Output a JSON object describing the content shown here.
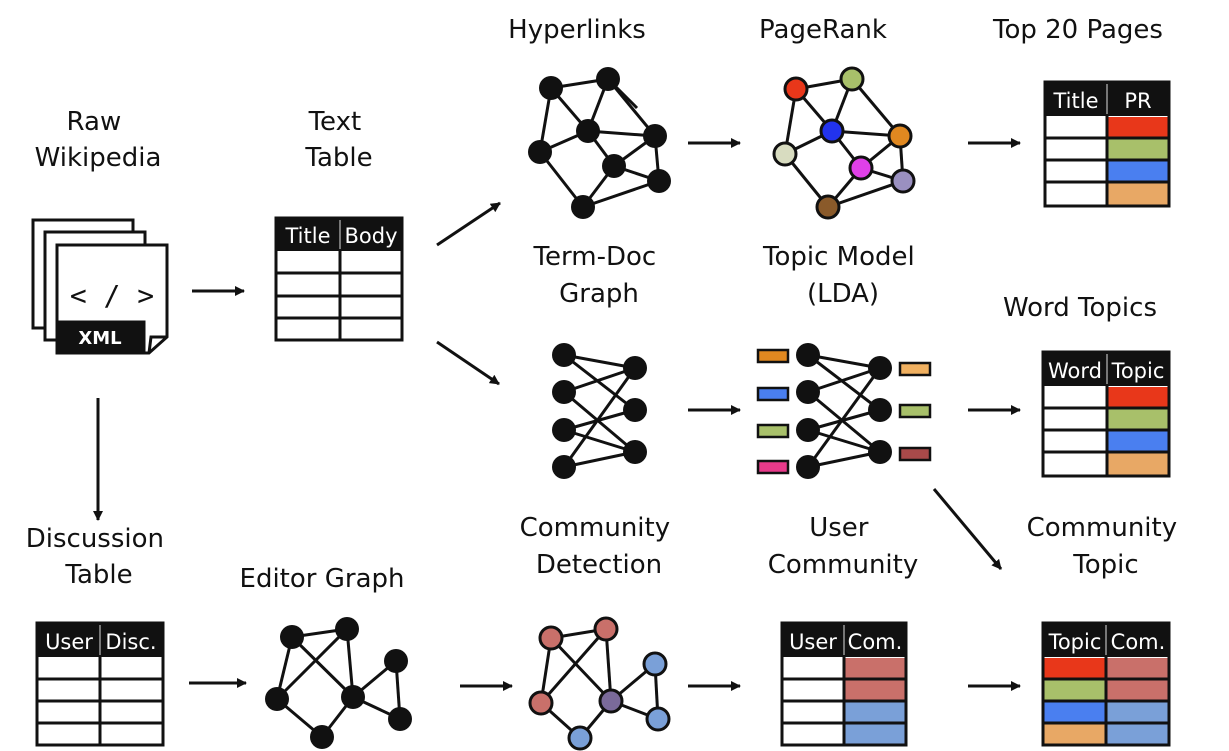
{
  "labels": {
    "raw_wikipedia": [
      "Raw",
      "Wikipedia"
    ],
    "text_table": [
      "Text",
      "Table"
    ],
    "hyperlinks": [
      "Hyperlinks"
    ],
    "pagerank": [
      "PageRank"
    ],
    "top_pages": [
      "Top 20 Pages"
    ],
    "term_doc": [
      "Term-Doc",
      "Graph"
    ],
    "topic_model": [
      "Topic Model",
      "(LDA)"
    ],
    "word_topics": [
      "Word Topics"
    ],
    "discussion_table": [
      "Discussion",
      "Table"
    ],
    "editor_graph": [
      "Editor Graph"
    ],
    "community_detection": [
      "Community",
      "Detection"
    ],
    "user_community": [
      "User",
      "Community"
    ],
    "community_topic": [
      "Community",
      "Topic"
    ]
  },
  "xml_doc": {
    "code": "< / >",
    "badge": "XML"
  },
  "tables": {
    "text_table": {
      "headers": [
        "Title",
        "Body"
      ]
    },
    "top_pages": {
      "headers": [
        "Title",
        "PR"
      ]
    },
    "word_topics": {
      "headers": [
        "Word",
        "Topic"
      ]
    },
    "discussion_table": {
      "headers": [
        "User",
        "Disc."
      ]
    },
    "user_community": {
      "headers": [
        "User",
        "Com."
      ]
    },
    "community_topic": {
      "headers": [
        "Topic",
        "Com."
      ]
    }
  },
  "colors": {
    "red": "#e8371a",
    "green": "#a8c06a",
    "blue": "#4a7ff0",
    "orange": "#e8a865",
    "pagerank_red": "#e8371a",
    "pagerank_blue": "#2233ee",
    "pagerank_magenta": "#e040e8",
    "pagerank_brown": "#8a5a2a",
    "pagerank_orange": "#e08820",
    "pagerank_lavender": "#9a90c0",
    "lda_orange": "#e08820",
    "lda_blue": "#4a7ff0",
    "lda_green": "#a8c06a",
    "lda_pink": "#e83a8a",
    "lda_light_orange": "#f0b060",
    "lda_brown": "#a84a4a",
    "community_red": "#c9706a",
    "community_purple": "#7a6a9a",
    "community_blue": "#7aa0d8"
  }
}
